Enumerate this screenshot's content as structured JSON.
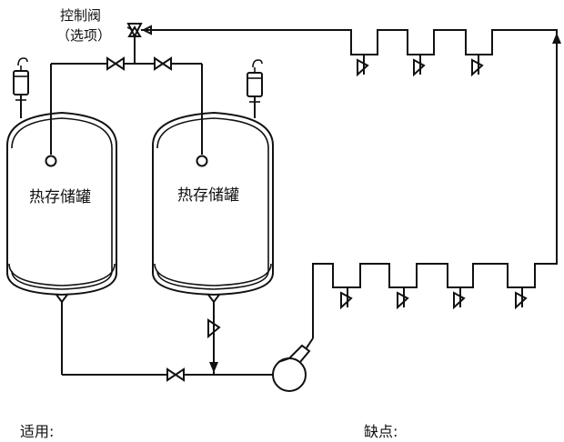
{
  "labels": {
    "control_valve": "控制阀",
    "optional": "（选项）",
    "tank_left": "热存储罐",
    "tank_right": "热存储罐",
    "applicable": "适用:",
    "disadvantage": "缺点:"
  },
  "colors": {
    "line": "#111111",
    "background": "#ffffff"
  },
  "icons": [
    "pressure-gauge-icon",
    "valve-icon",
    "steam-trap-icon",
    "pump-icon",
    "three-way-valve-icon",
    "arrow-icon"
  ]
}
